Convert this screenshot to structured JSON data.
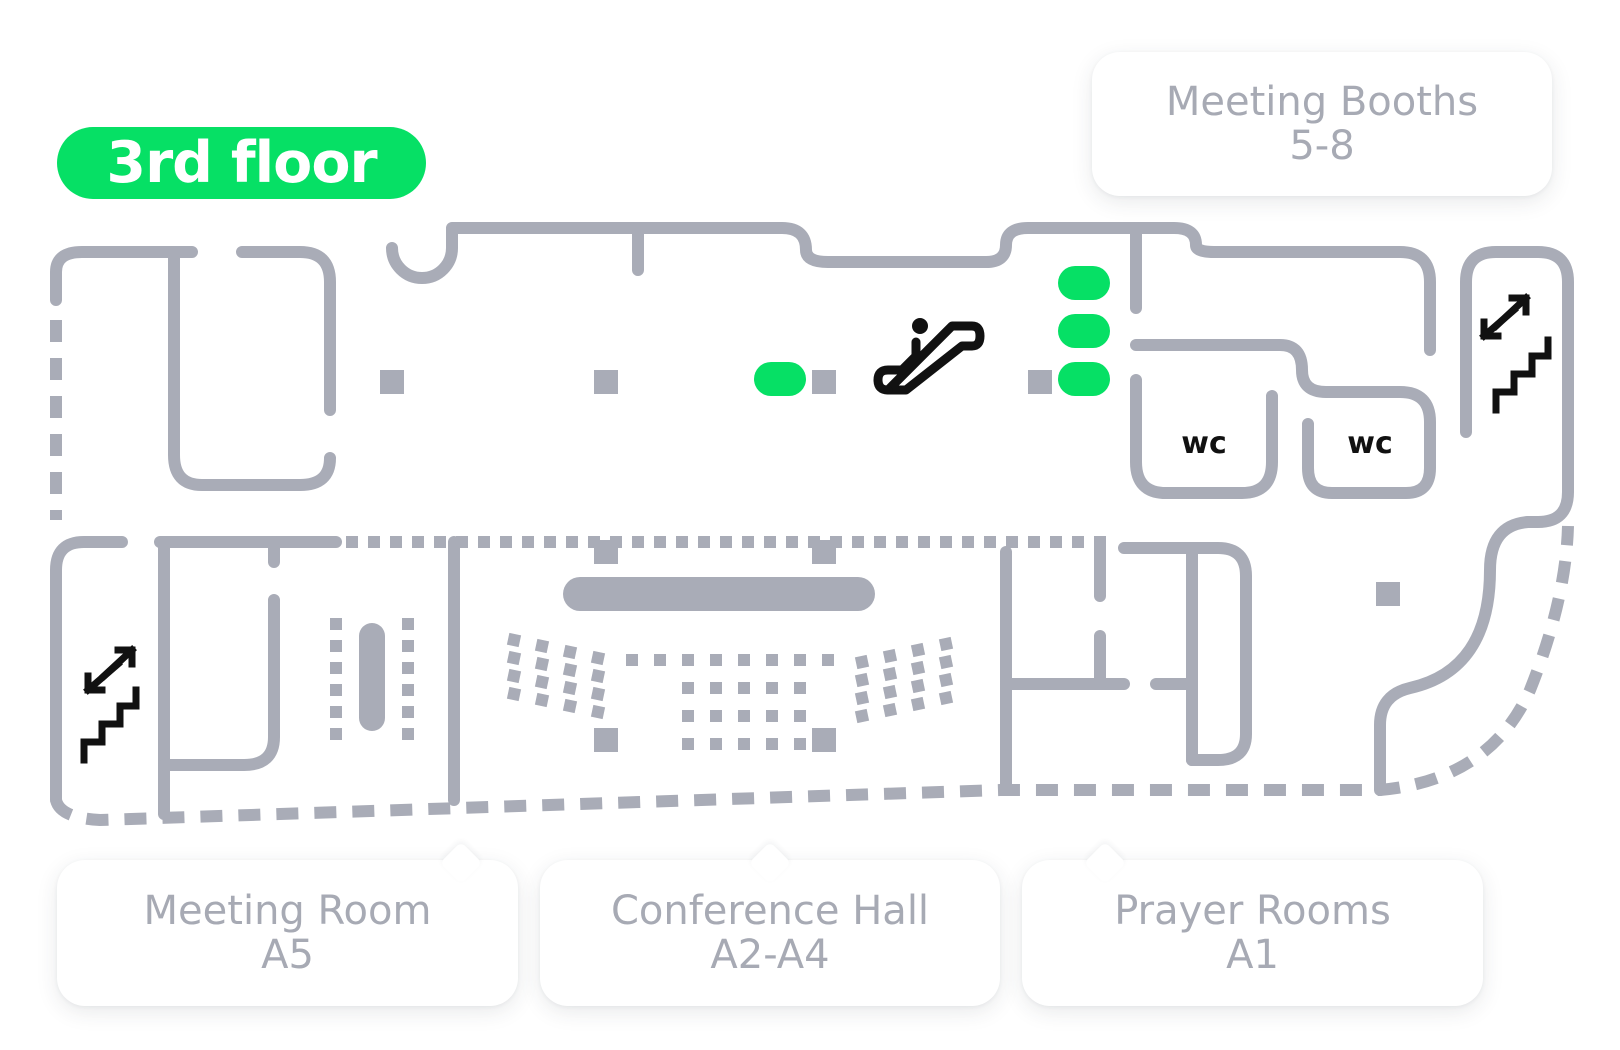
{
  "floor": {
    "label": "3rd floor"
  },
  "rooms": {
    "wc_left": "wc",
    "wc_right": "wc"
  },
  "cards": {
    "meeting_booths": {
      "name": "Meeting Booths",
      "code": "5-8"
    },
    "meeting_room": {
      "name": "Meeting Room",
      "code": "A5"
    },
    "conference_hall": {
      "name": "Conference Hall",
      "code": "A2-A4"
    },
    "prayer_rooms": {
      "name": "Prayer Rooms",
      "code": "A1"
    }
  },
  "colors": {
    "wall": "#a9acb7",
    "accent": "#06e065",
    "icon": "#111111",
    "label": "#a7aab4"
  },
  "icons": [
    "escalator-icon",
    "stairs-icon",
    "green-marker"
  ]
}
